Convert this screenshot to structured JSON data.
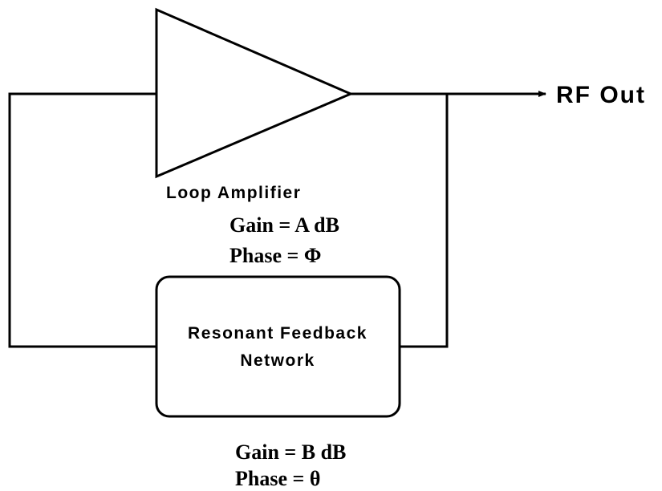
{
  "output": {
    "label": "RF Out"
  },
  "amplifier": {
    "label": "Loop Amplifier",
    "gain": "Gain = A dB",
    "phase": "Phase = Φ"
  },
  "feedback": {
    "label_line1": "Resonant Feedback",
    "label_line2": "Network",
    "gain": "Gain = B dB",
    "phase": "Phase = θ"
  },
  "colors": {
    "stroke": "#000000",
    "background": "#ffffff"
  }
}
